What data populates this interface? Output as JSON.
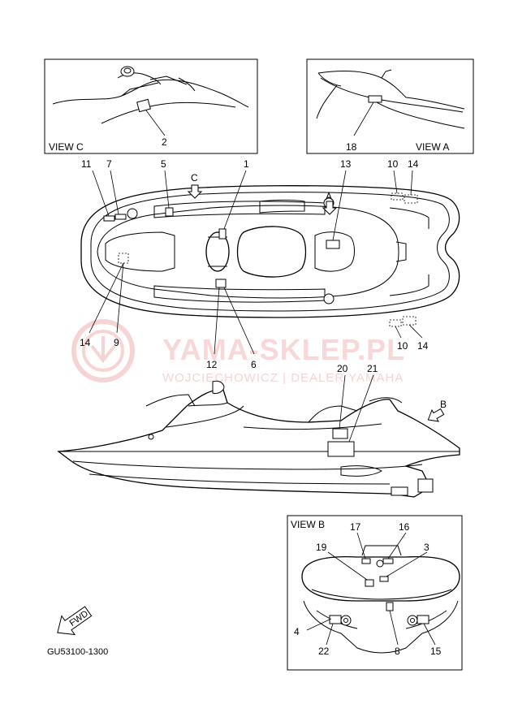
{
  "views": {
    "view_c": "VIEW C",
    "view_a": "VIEW A",
    "view_b": "VIEW B"
  },
  "view_markers": {
    "a": "A",
    "b": "B",
    "c": "C"
  },
  "callouts": {
    "c2": "2",
    "c18": "18",
    "c11": "11",
    "c7": "7",
    "c5": "5",
    "c1": "1",
    "c13": "13",
    "c10_top": "10",
    "c14_top": "14",
    "c14_left": "14",
    "c9": "9",
    "c12": "12",
    "c6": "6",
    "c10_bottom": "10",
    "c14_bottom": "14",
    "c20": "20",
    "c21": "21",
    "c17": "17",
    "c16": "16",
    "c19": "19",
    "c3": "3",
    "c4": "4",
    "c22": "22",
    "c8": "8",
    "c15": "15"
  },
  "watermark": {
    "main": "YAMA-SKLEP.PL",
    "sub": "WOJCIECHOWICZ | DEALER YAMAHA",
    "color": "#f2b7b7"
  },
  "fwd_label": "FWD",
  "part_code": "GU53100-1300"
}
